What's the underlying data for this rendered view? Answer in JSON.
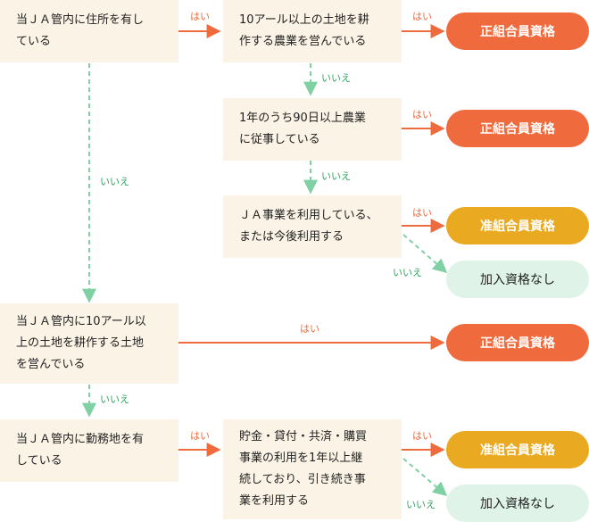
{
  "boxes": {
    "b1": "当ＪＡ管内に住所を有し\nている",
    "b2": "10アール以上の土地を耕\n作する農業を営んでいる",
    "b3": "1年のうち90日以上農業\nに従事している",
    "b4": "ＪＡ事業を利用している、\nまたは今後利用する",
    "b5": "当ＪＡ管内に10アール以\n上の土地を耕作する土地\nを営んでいる",
    "b6": "当ＪＡ管内に勤務地を有\nしている",
    "b7": "貯金・貸付・共済・購買\n事業の利用を1年以上継\n続しており、引き続き事\n業を利用する"
  },
  "results": {
    "r1": "正組合員資格",
    "r2": "正組合員資格",
    "r3": "准組合員資格",
    "r4": "加入資格なし",
    "r5": "正組合員資格",
    "r6": "准組合員資格",
    "r7": "加入資格なし"
  },
  "labels": {
    "yes": "はい",
    "no": "いいえ"
  },
  "colors": {
    "yes_arrow": "#ef6a3c",
    "no_arrow": "#7fd0a3",
    "regular_member": "#ef6a3c",
    "associate_member": "#e9aa22",
    "not_eligible": "#dff3e8",
    "box_fill": "#fbf3e6"
  }
}
